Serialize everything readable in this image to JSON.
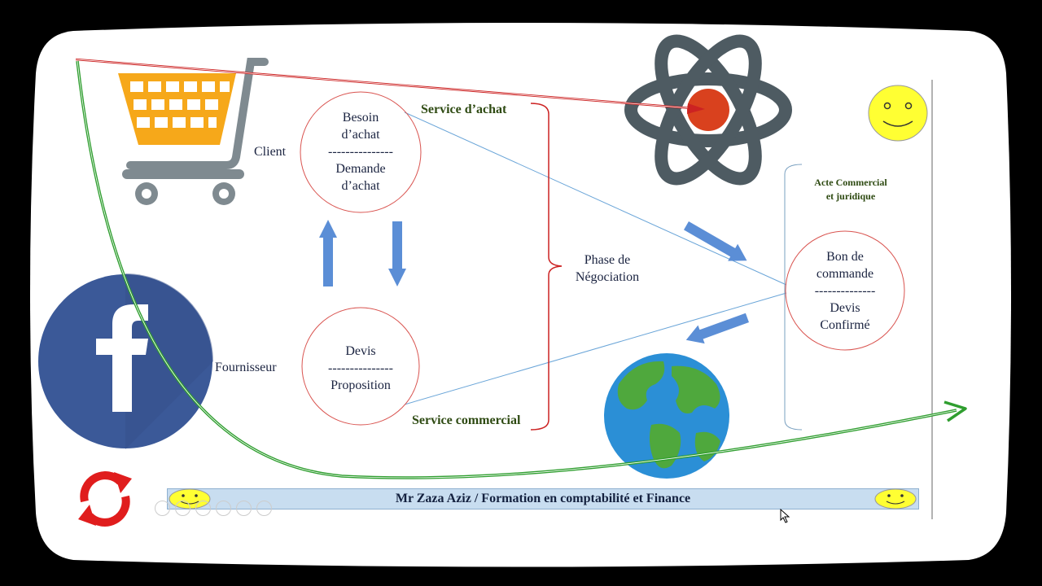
{
  "diagram": {
    "client_label": "Client",
    "fournisseur_label": "Fournisseur",
    "top_circle": {
      "line1": "Besoin",
      "line2": "d’achat",
      "separator": "---------------",
      "line3": "Demande",
      "line4": "d’achat"
    },
    "bottom_circle": {
      "line1": "Devis",
      "separator": "---------------",
      "line2": "Proposition"
    },
    "service_achat": "Service d’achat",
    "service_commercial": "Service commercial",
    "phase_line1": "Phase de",
    "phase_line2": "Négociation",
    "acte_line1": "Acte Commercial",
    "acte_line2": "et juridique",
    "right_circle": {
      "line1": "Bon de",
      "line2": "commande",
      "separator": "--------------",
      "line3": "Devis",
      "line4": "Confirmé"
    }
  },
  "banner": {
    "text": "Mr Zaza Aziz / Formation en comptabilité et Finance"
  },
  "icons": [
    "shopping-cart-icon",
    "atom-icon",
    "smiley-icon",
    "facebook-icon",
    "globe-icon",
    "refresh-icon",
    "cursor-icon"
  ],
  "colors": {
    "circle_border": "#d9534f",
    "arrow_blue": "#5b8ed6",
    "green_arrow": "#2f9e2f",
    "red_arrow": "#cc2222",
    "banner_bg": "#c8ddf0",
    "label_green": "#2e4a12"
  }
}
